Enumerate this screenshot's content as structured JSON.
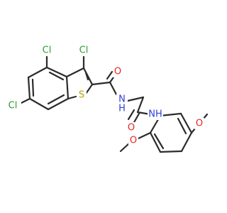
{
  "molecule": {
    "labels": {
      "cl_top_left": "Cl",
      "cl_top_right": "Cl",
      "cl_left": "Cl",
      "sulfur": "S",
      "carbonyl_o1": "O",
      "amide_nh1": "N",
      "amide_h1": "H",
      "carbonyl_o2": "O",
      "amide_nh2": "NH",
      "methoxy_o1": "O",
      "methoxy_o2": "O"
    },
    "colors": {
      "bond": "#2b2b2b",
      "chlorine": "#2ca02c",
      "sulfur": "#b8a200",
      "oxygen": "#e8251f",
      "nitrogen": "#2f3fd6"
    }
  }
}
